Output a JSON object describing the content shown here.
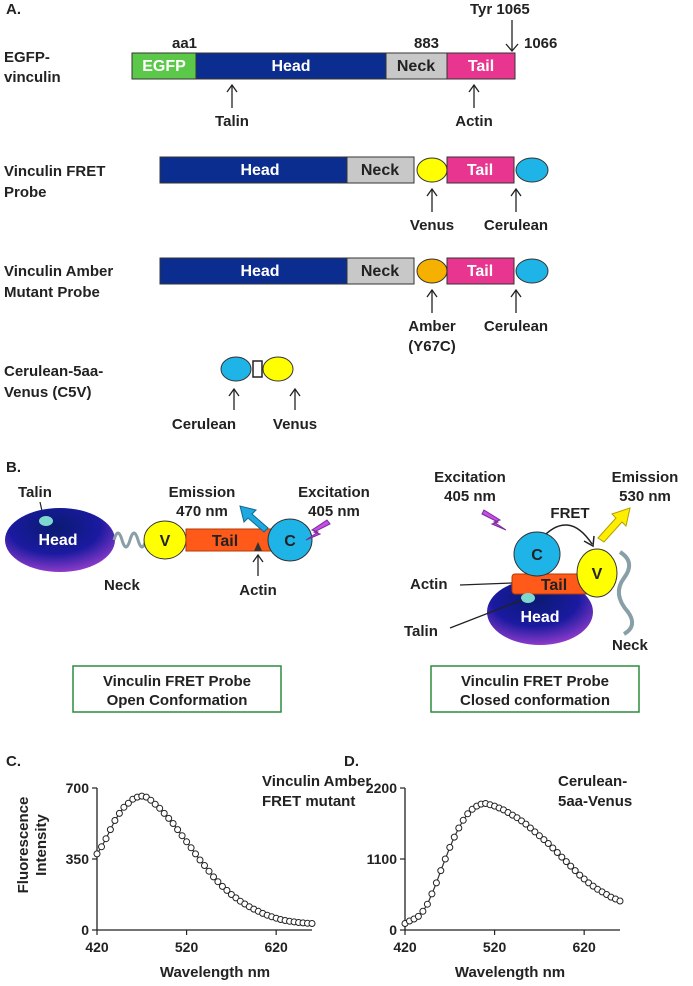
{
  "panel_a": {
    "label": "A.",
    "rows": [
      {
        "title_line1": "EGFP-",
        "title_line2": "vinculin",
        "segments": [
          "EGFP",
          "Head",
          "Neck",
          "Tail"
        ],
        "numbers": {
          "aa1": "aa1",
          "n883": "883",
          "tyr": "Tyr 1065",
          "n1066": "1066"
        },
        "arrows": [
          "Talin",
          "Actin"
        ]
      },
      {
        "title_line1": "Vinculin FRET",
        "title_line2": "Probe",
        "segments": [
          "Head",
          "Neck",
          "Tail"
        ],
        "arrows": [
          "Venus",
          "Cerulean"
        ]
      },
      {
        "title_line1": "Vinculin Amber",
        "title_line2": "Mutant Probe",
        "segments": [
          "Head",
          "Neck",
          "Tail"
        ],
        "arrows": [
          "Amber",
          "(Y67C)",
          "Cerulean"
        ]
      },
      {
        "title_line1": "Cerulean-5aa-",
        "title_line2": "Venus  (C5V)",
        "arrows": [
          "Cerulean",
          "Venus"
        ]
      }
    ]
  },
  "panel_b": {
    "label": "B.",
    "open": {
      "talin": "Talin",
      "head": "Head",
      "neck": "Neck",
      "v": "V",
      "tail": "Tail",
      "c": "C",
      "actin": "Actin",
      "emission_1": "Emission",
      "emission_2": "470 nm",
      "excitation_1": "Excitation",
      "excitation_2": "405 nm",
      "caption_1": "Vinculin FRET Probe",
      "caption_2": "Open Conformation"
    },
    "closed": {
      "excitation_1": "Excitation",
      "excitation_2": "405 nm",
      "emission_1": "Emission",
      "emission_2": "530 nm",
      "fret": "FRET",
      "c": "C",
      "v": "V",
      "tail": "Tail",
      "head": "Head",
      "actin": "Actin",
      "talin": "Talin",
      "neck": "Neck",
      "caption_1": "Vinculin FRET Probe",
      "caption_2": "Closed conformation"
    }
  },
  "colors": {
    "head": "#0b2d8f",
    "neck": "#c8c8c8",
    "tail": "#e8358f",
    "egfp": "#5cc84a",
    "venus": "#ffff00",
    "cerulean": "#1fb4e8",
    "amber": "#f5b000",
    "linker_tail": "#ff5a1a",
    "caption_border": "#2e8b3e"
  },
  "chart_data": [
    {
      "panel": "C.",
      "type": "line",
      "annotation_1": "Vinculin Amber",
      "annotation_2": "FRET mutant",
      "ylabel_1": "Fluorescence",
      "ylabel_2": "Intensity",
      "xlabel": "Wavelength nm",
      "xlim": [
        420,
        660
      ],
      "ylim": [
        0,
        700
      ],
      "xticks": [
        "420",
        "520",
        "620"
      ],
      "yticks": [
        "0",
        "350",
        "700"
      ],
      "series": [
        {
          "x": [
            420,
            425,
            430,
            435,
            440,
            445,
            450,
            455,
            460,
            465,
            470,
            475,
            480,
            485,
            490,
            495,
            500,
            505,
            510,
            515,
            520,
            525,
            530,
            535,
            540,
            545,
            550,
            555,
            560,
            565,
            570,
            575,
            580,
            585,
            590,
            595,
            600,
            605,
            610,
            615,
            620,
            625,
            630,
            635,
            640,
            645,
            650,
            655,
            660
          ],
          "values": [
            375,
            410,
            450,
            495,
            540,
            575,
            605,
            625,
            645,
            655,
            660,
            655,
            640,
            620,
            600,
            575,
            550,
            525,
            495,
            465,
            435,
            405,
            375,
            345,
            318,
            290,
            262,
            238,
            215,
            195,
            175,
            158,
            142,
            128,
            115,
            103,
            92,
            82,
            73,
            65,
            58,
            52,
            47,
            43,
            40,
            37,
            35,
            33,
            32
          ]
        }
      ]
    },
    {
      "panel": "D.",
      "type": "line",
      "annotation_1": "Cerulean-",
      "annotation_2": "5aa-Venus",
      "xlabel": "Wavelength nm",
      "xlim": [
        420,
        660
      ],
      "ylim": [
        0,
        2200
      ],
      "xticks": [
        "420",
        "520",
        "620"
      ],
      "yticks": [
        "0",
        "1100",
        "2200"
      ],
      "series": [
        {
          "x": [
            420,
            425,
            430,
            435,
            440,
            445,
            450,
            455,
            460,
            465,
            470,
            475,
            480,
            485,
            490,
            495,
            500,
            505,
            510,
            515,
            520,
            525,
            530,
            535,
            540,
            545,
            550,
            555,
            560,
            565,
            570,
            575,
            580,
            585,
            590,
            595,
            600,
            605,
            610,
            615,
            620,
            625,
            630,
            635,
            640,
            645,
            650,
            655,
            660
          ],
          "values": [
            100,
            140,
            170,
            210,
            290,
            400,
            560,
            730,
            920,
            1100,
            1280,
            1440,
            1580,
            1700,
            1800,
            1870,
            1920,
            1950,
            1960,
            1940,
            1920,
            1890,
            1860,
            1820,
            1780,
            1740,
            1690,
            1640,
            1580,
            1520,
            1460,
            1400,
            1340,
            1270,
            1200,
            1130,
            1060,
            990,
            920,
            850,
            790,
            730,
            680,
            630,
            590,
            550,
            510,
            480,
            450
          ]
        }
      ]
    }
  ]
}
